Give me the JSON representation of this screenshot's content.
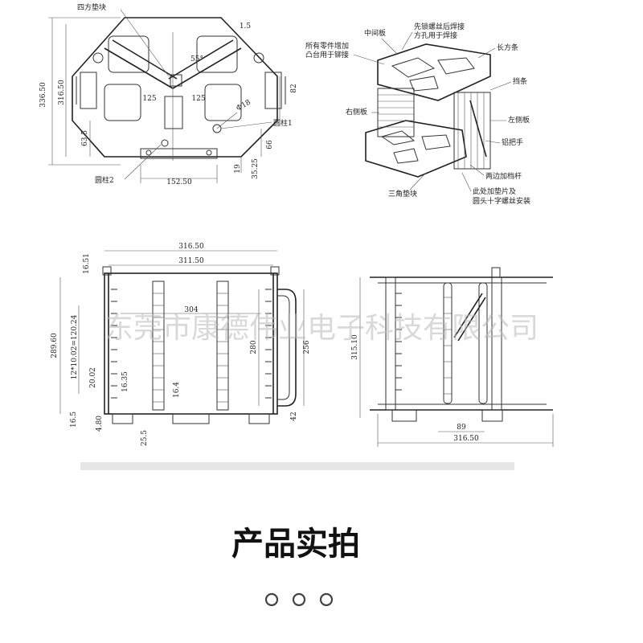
{
  "watermark": "东莞市康德伟业电子科技有限公司",
  "section_title": "产品实拍",
  "carousel_dots": 3,
  "top_view": {
    "dimensions": [
      "336.50",
      "316.50",
      "125",
      "125",
      "55°",
      "1.5",
      "82",
      "63.5",
      "Φ18",
      "66",
      "19",
      "35.25",
      "152.50"
    ],
    "labels": {
      "square_block": "四方垫块",
      "cylinder1": "圆柱1",
      "cylinder2": "圆柱2"
    }
  },
  "iso_view": {
    "labels": {
      "middle_plate": "中间板",
      "weld": "先锁螺丝后焊接",
      "weld2": "方孔用于焊接",
      "boss": "所有零件增加",
      "boss2": "凸台用于铆接",
      "long_bar": "长方条",
      "stop_bar": "挡条",
      "right_plate": "右侧板",
      "left_plate": "左侧板",
      "handle": "铝把手",
      "rods": "两边加档杆",
      "tri_block": "三角垫块",
      "washer": "此处加垫片及",
      "washer2": "圆头十字螺丝安装"
    }
  },
  "front_view": {
    "dimensions": [
      "316.50",
      "311.50",
      "16.51",
      "304",
      "289.60",
      "12*10.02=120.24",
      "20.02",
      "16.35",
      "16.4",
      "280",
      "256",
      "16.5",
      "4.80",
      "25.5",
      "42"
    ]
  },
  "side_view": {
    "dimensions": [
      "315.10",
      "89",
      "316.50"
    ]
  }
}
